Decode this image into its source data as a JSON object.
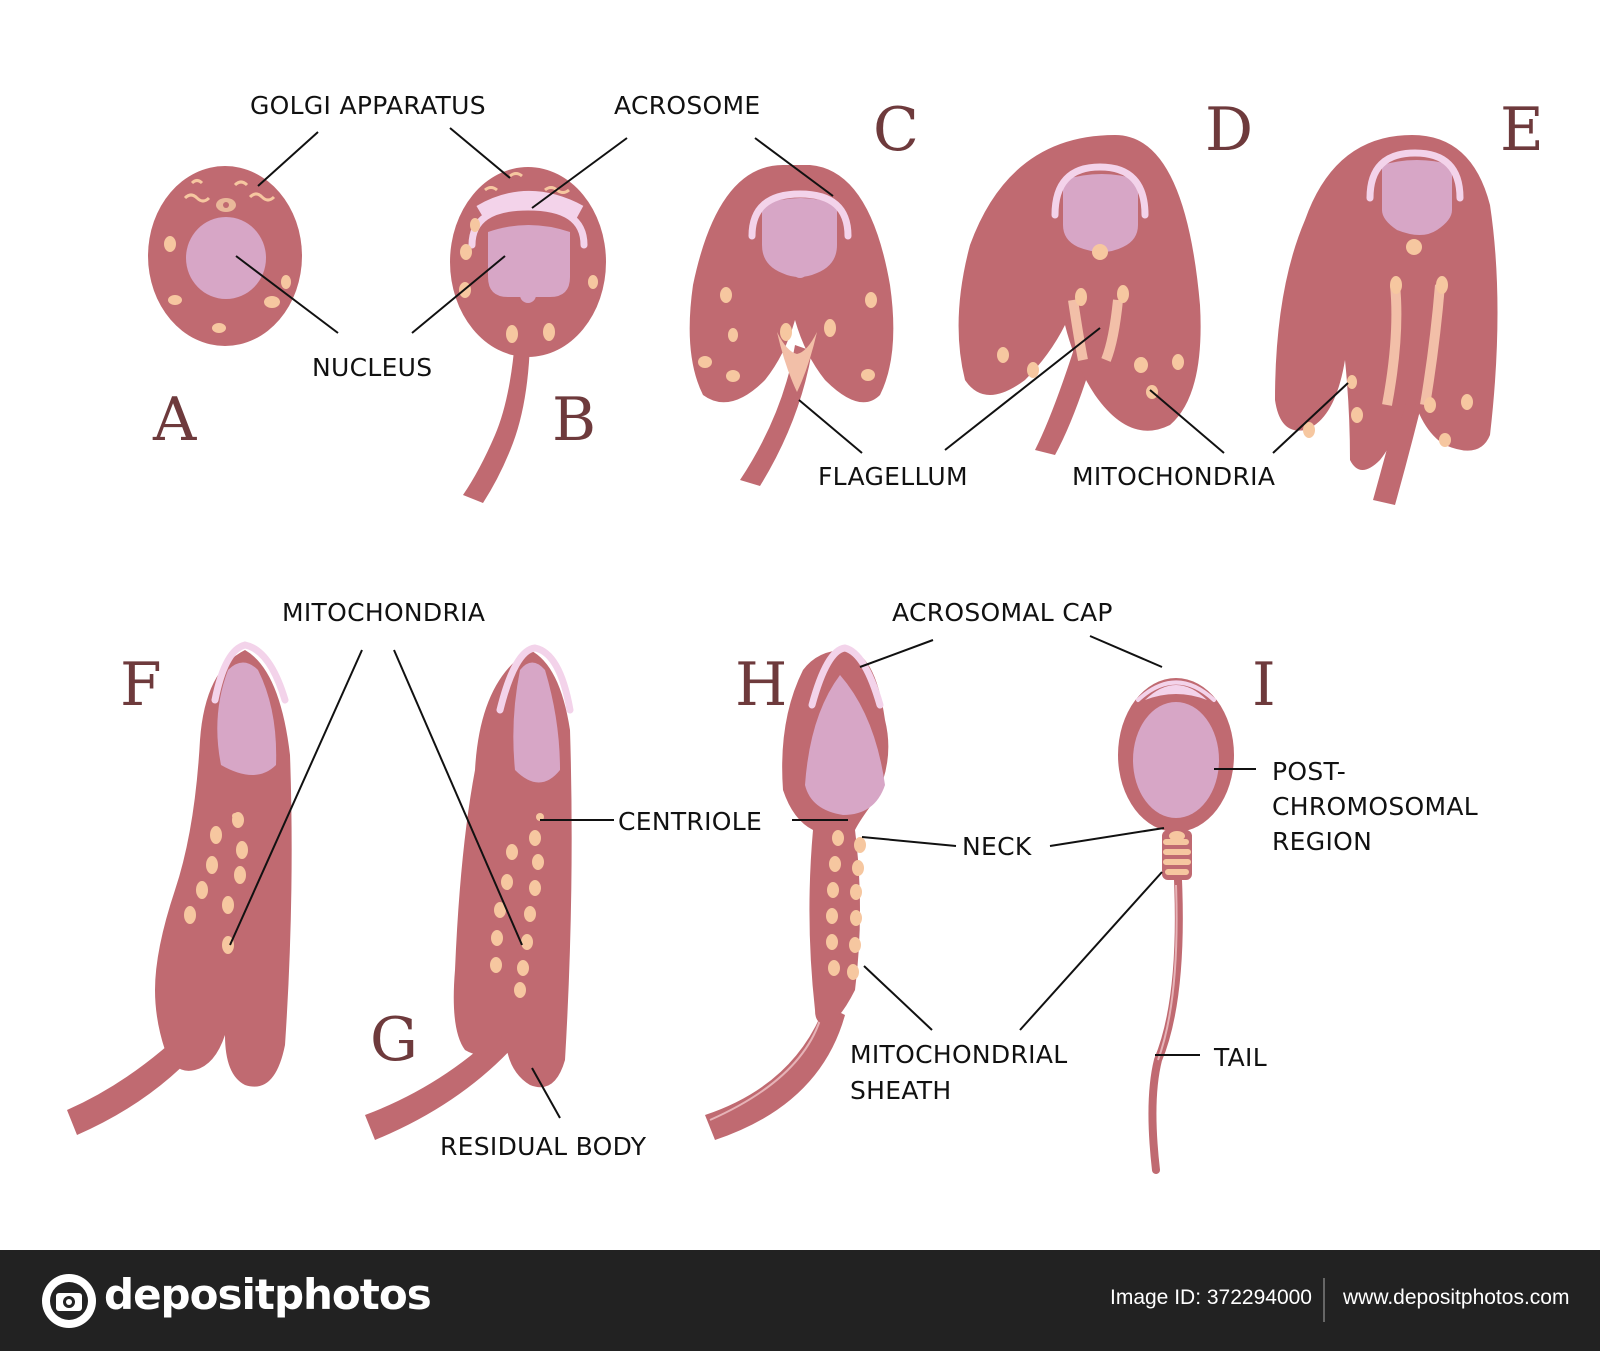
{
  "stages": {
    "a": "A",
    "b": "B",
    "c": "C",
    "d": "D",
    "e": "E",
    "f": "F",
    "g": "G",
    "h": "H",
    "i": "I"
  },
  "labels": {
    "golgi_apparatus": "GOLGI APPARATUS",
    "acrosome": "ACROSOME",
    "nucleus": "NUCLEUS",
    "flagellum": "FLAGELLUM",
    "mitochondria_top": "MITOCHONDRIA",
    "mitochondria_bottom": "MITOCHONDRIA",
    "acrosomal_cap": "ACROSOMAL CAP",
    "centriole": "CENTRIOLE",
    "neck": "NECK",
    "post_chromosomal_line1": "POST-",
    "post_chromosomal_line2": "CHROMOSOMAL",
    "post_chromosomal_line3": "REGION",
    "mitochondrial_sheath_line1": "MITOCHONDRIAL",
    "mitochondrial_sheath_line2": "SHEATH",
    "tail": "TAIL",
    "residual_body": "RESIDUAL BODY"
  },
  "colors": {
    "cell_body": "#c06a71",
    "nucleus": "#d7a6c6",
    "acrosome": "#f3d3ea",
    "mitochondria": "#f6c7a0",
    "footer": "#222222"
  },
  "footer": {
    "brand": "depositphotos",
    "image_id": "Image ID: 372294000",
    "site": "www.depositphotos.com"
  }
}
